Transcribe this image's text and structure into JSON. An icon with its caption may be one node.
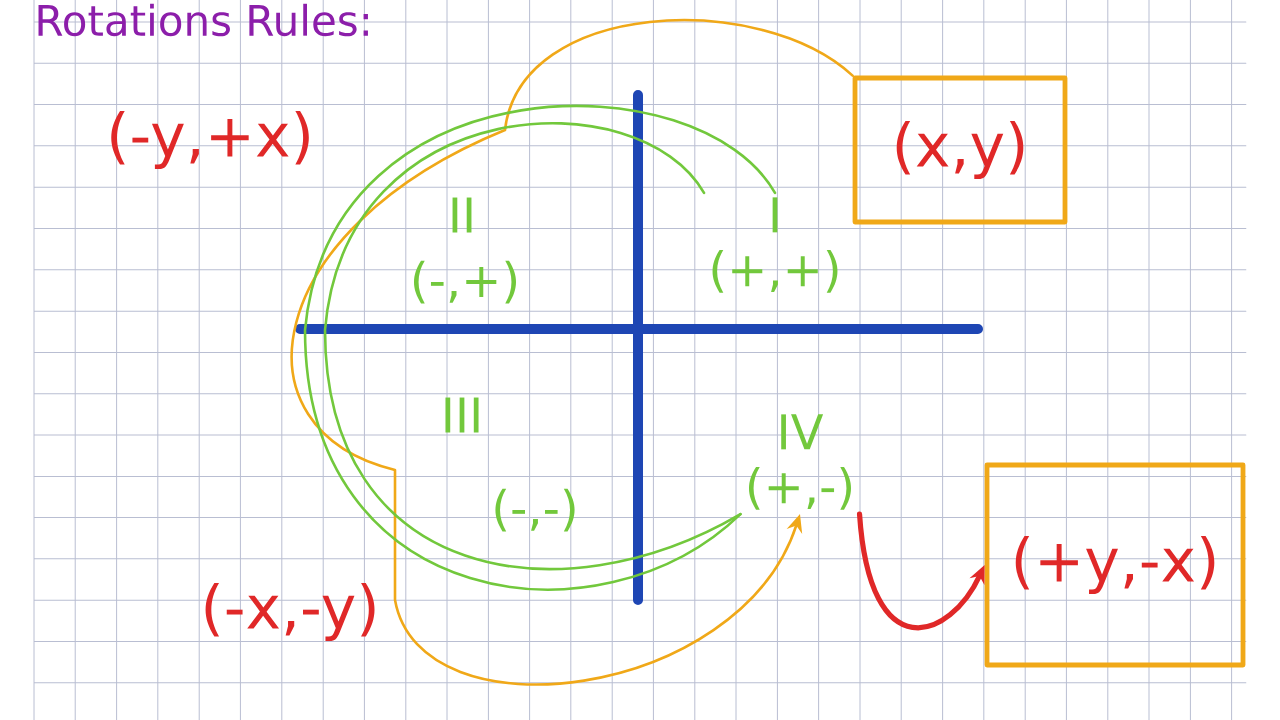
{
  "diagram": {
    "title": "Rotations Rules:",
    "nodes": [
      {
        "text": [
          "(x,y)"
        ]
      },
      {
        "text": [
          "(-y,+x)"
        ]
      },
      {
        "text": [
          "(-x,-y)"
        ]
      },
      {
        "text": [
          "(+y,-x)"
        ]
      },
      {
        "text": [
          "I",
          "(+,+)"
        ]
      },
      {
        "text": [
          "IV",
          "(+,-)"
        ]
      }
    ],
    "edges": [
      {
        "from": 0,
        "to": 5,
        "arrow": "to",
        "color": "#f0a818"
      },
      {
        "from": 4,
        "to": 5,
        "arrow": "none",
        "color": "#72c83c"
      },
      {
        "from": 4,
        "to": 5,
        "arrow": "none",
        "color": "#72c83c"
      },
      {
        "from": 5,
        "to": 3,
        "arrow": "to",
        "style": "thick",
        "color": "#e02828"
      }
    ],
    "labels": [
      "II",
      "(-,+)",
      "III",
      "(-,-)"
    ]
  }
}
